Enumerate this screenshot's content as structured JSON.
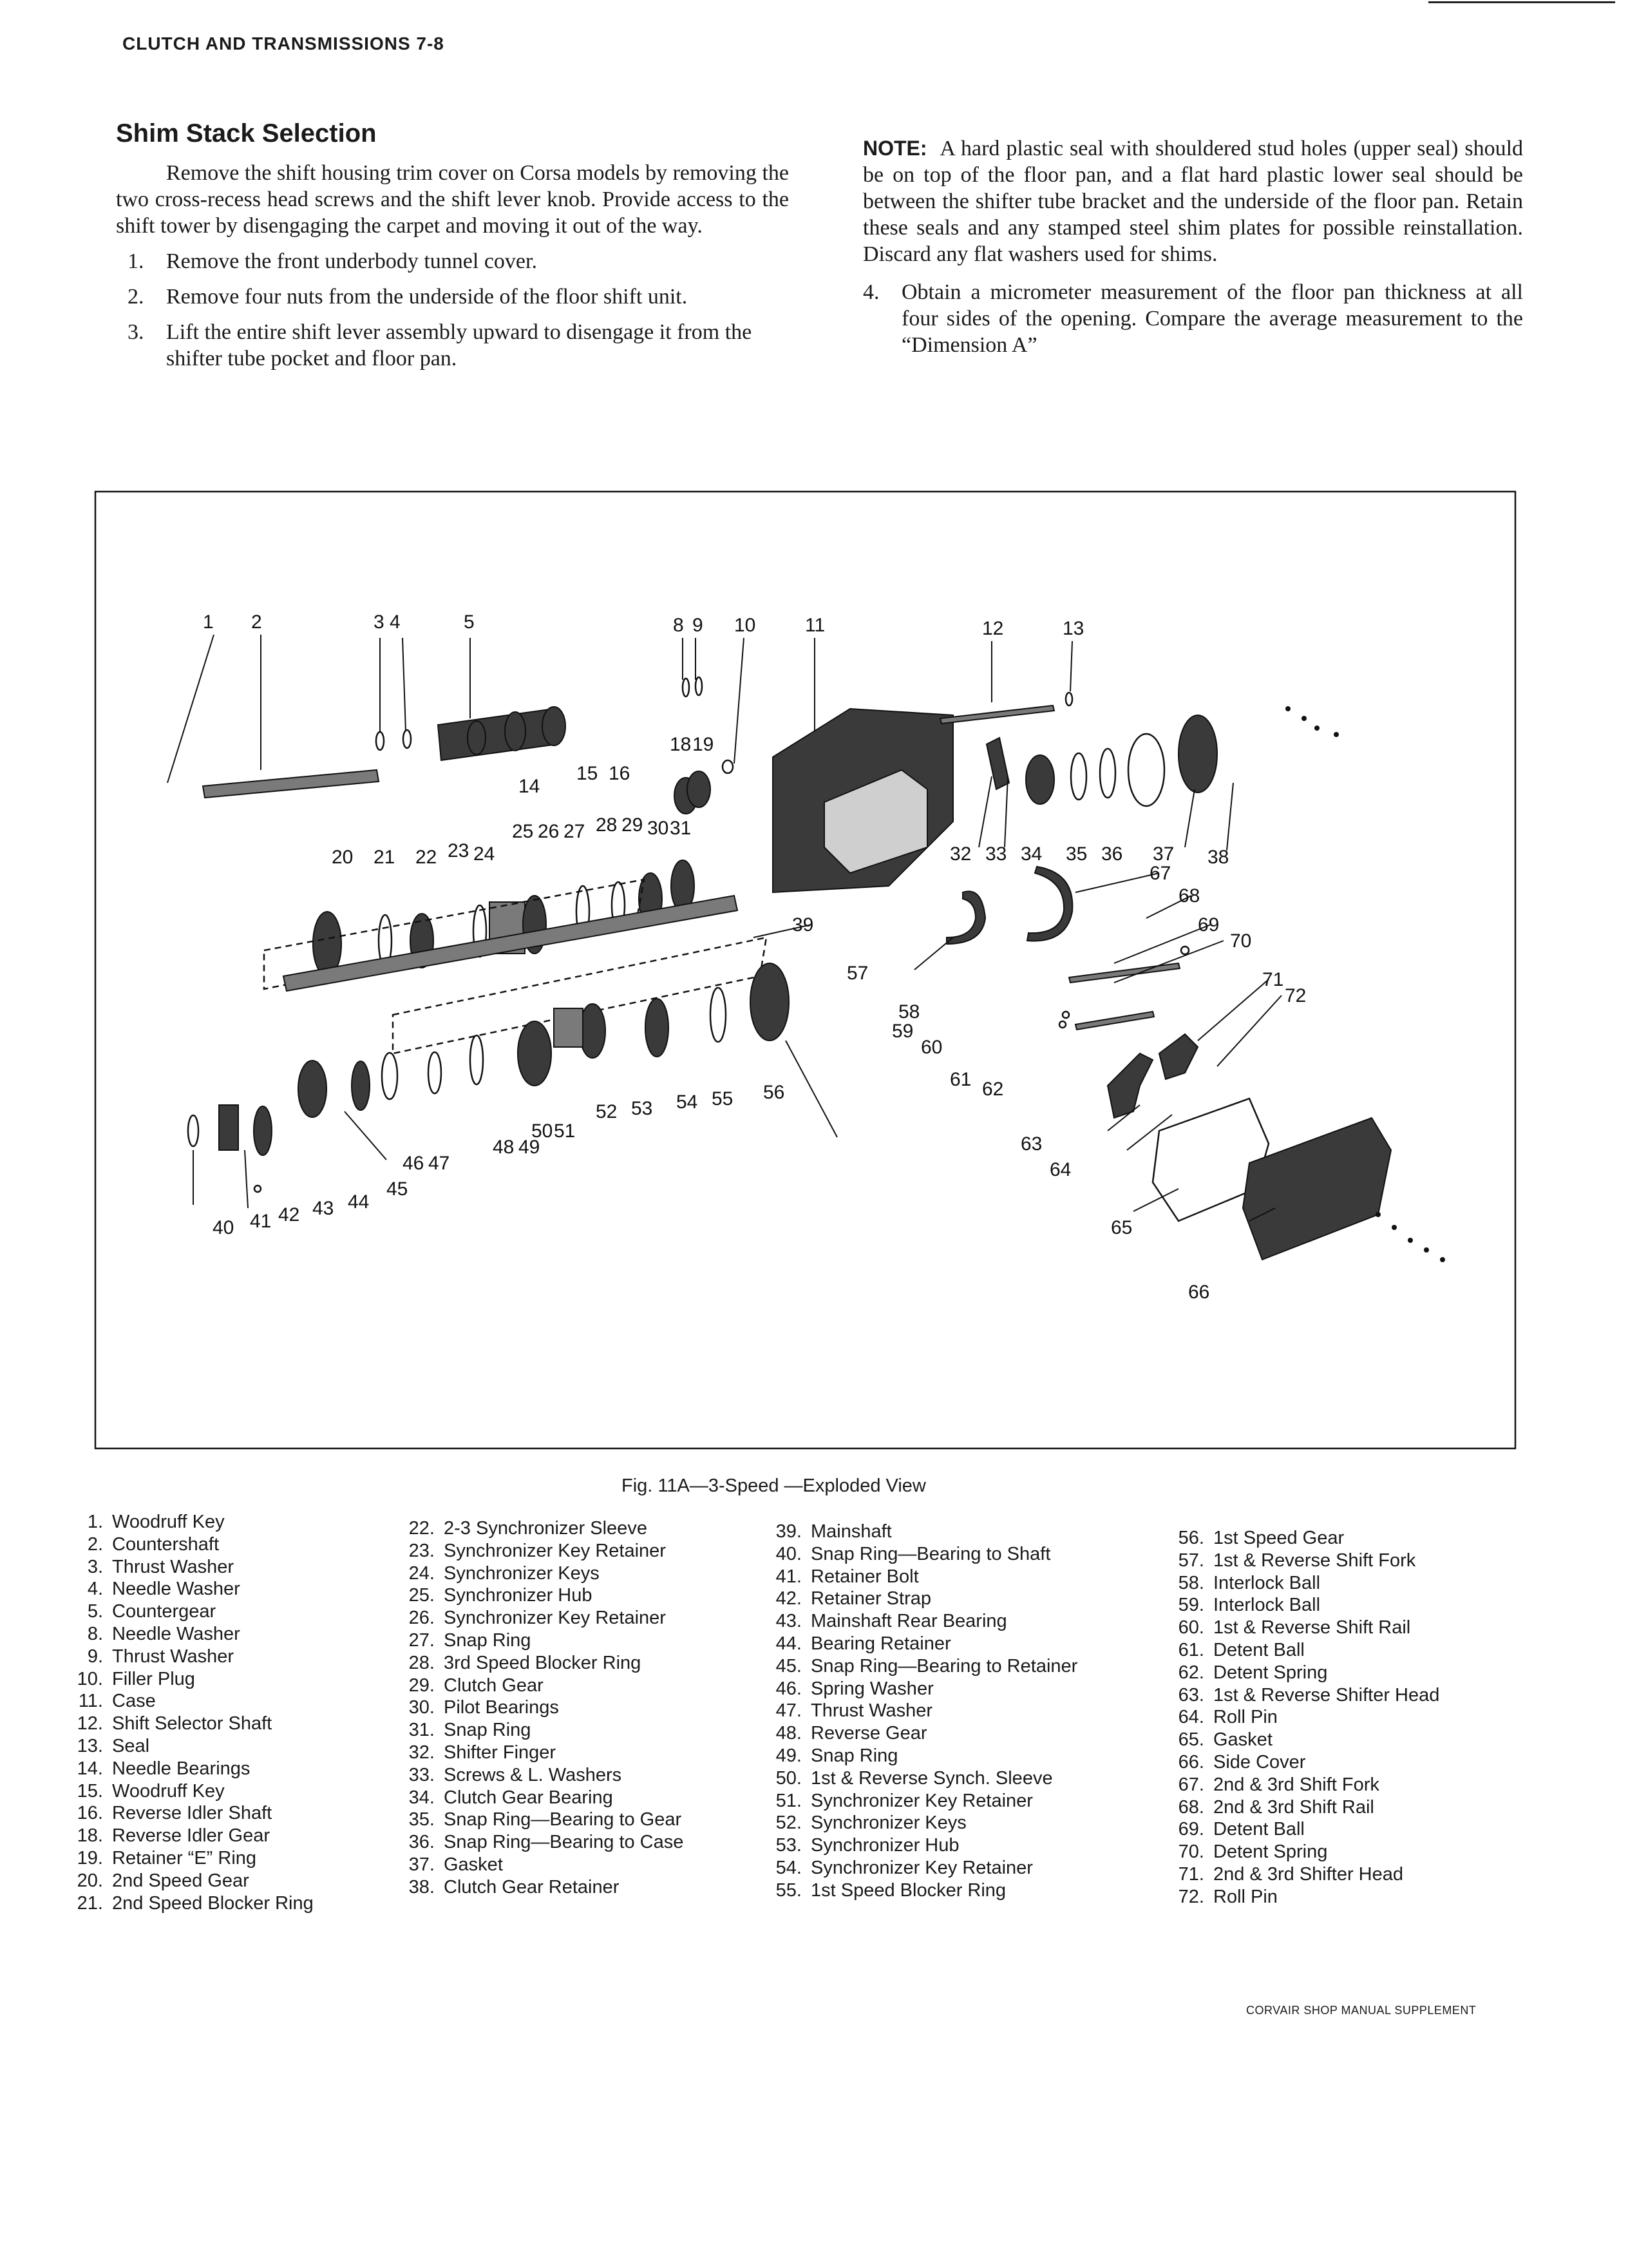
{
  "header": {
    "title": "CLUTCH AND TRANSMISSIONS 7-8"
  },
  "left_col": {
    "heading": "Shim Stack Selection",
    "intro": "Remove the shift housing trim cover on Corsa models by removing the two cross-recess head screws and the shift lever knob. Provide access to the shift tower by disengaging the carpet and moving it out of the way.",
    "steps": [
      {
        "num": "1.",
        "text": "Remove the front underbody tunnel cover."
      },
      {
        "num": "2.",
        "text": "Remove four nuts from the underside of the floor shift unit."
      },
      {
        "num": "3.",
        "text": "Lift the entire shift lever assembly upward to disengage it from the shifter tube pocket and floor pan."
      }
    ]
  },
  "right_col": {
    "note_label": "NOTE:",
    "note_text": "A hard plastic seal with shouldered stud holes (upper seal) should be on top of the floor pan, and a flat hard plastic lower seal should be between the shifter tube bracket and the underside of the floor pan. Retain these seals and any stamped steel shim plates for possible reinstallation. Discard any flat washers used for shims.",
    "step4_num": "4.",
    "step4_text": "Obtain a micrometer measurement of the floor pan thickness at all four sides of the opening. Compare the average measurement to the “Dimension A”"
  },
  "figure": {
    "caption": "Fig. 11A—3-Speed —Exploded View",
    "callouts": [
      "1",
      "2",
      "3 4",
      "5",
      "8",
      "9",
      "10",
      "11",
      "12",
      "13",
      "18",
      "19",
      "14",
      "15",
      "16",
      "25",
      "26",
      "27",
      "28",
      "29",
      "30",
      "31",
      "20",
      "21",
      "22",
      "23",
      "24",
      "32",
      "33",
      "34",
      "35",
      "36",
      "37",
      "38",
      "67",
      "68",
      "69",
      "70",
      "39",
      "57",
      "71",
      "72",
      "58",
      "59",
      "60",
      "61",
      "62",
      "56",
      "55",
      "54",
      "53",
      "52",
      "50",
      "51",
      "48",
      "49",
      "46",
      "47",
      "45",
      "44",
      "43",
      "42",
      "41",
      "40",
      "63",
      "64",
      "65",
      "66"
    ]
  },
  "parts_legend": {
    "col1": [
      {
        "n": "1.",
        "t": "Woodruff Key"
      },
      {
        "n": "2.",
        "t": "Countershaft"
      },
      {
        "n": "3.",
        "t": "Thrust Washer"
      },
      {
        "n": "4.",
        "t": "Needle Washer"
      },
      {
        "n": "5.",
        "t": "Countergear"
      },
      {
        "n": "8.",
        "t": "Needle Washer"
      },
      {
        "n": "9.",
        "t": "Thrust Washer"
      },
      {
        "n": "10.",
        "t": "Filler Plug"
      },
      {
        "n": "11.",
        "t": "Case"
      },
      {
        "n": "12.",
        "t": "Shift Selector Shaft"
      },
      {
        "n": "13.",
        "t": "Seal"
      },
      {
        "n": "14.",
        "t": "Needle Bearings"
      },
      {
        "n": "15.",
        "t": "Woodruff Key"
      },
      {
        "n": "16.",
        "t": "Reverse Idler Shaft"
      },
      {
        "n": "18.",
        "t": "Reverse Idler Gear"
      },
      {
        "n": "19.",
        "t": "Retainer “E” Ring"
      },
      {
        "n": "20.",
        "t": "2nd Speed Gear"
      },
      {
        "n": "21.",
        "t": "2nd Speed Blocker Ring"
      }
    ],
    "col2": [
      {
        "n": "22.",
        "t": "2-3 Synchronizer Sleeve"
      },
      {
        "n": "23.",
        "t": "Synchronizer Key Retainer"
      },
      {
        "n": "24.",
        "t": "Synchronizer Keys"
      },
      {
        "n": "25.",
        "t": "Synchronizer Hub"
      },
      {
        "n": "26.",
        "t": "Synchronizer Key Retainer"
      },
      {
        "n": "27.",
        "t": "Snap Ring"
      },
      {
        "n": "28.",
        "t": "3rd Speed Blocker Ring"
      },
      {
        "n": "29.",
        "t": "Clutch Gear"
      },
      {
        "n": "30.",
        "t": "Pilot Bearings"
      },
      {
        "n": "31.",
        "t": "Snap Ring"
      },
      {
        "n": "32.",
        "t": "Shifter Finger"
      },
      {
        "n": "33.",
        "t": "Screws & L. Washers"
      },
      {
        "n": "34.",
        "t": "Clutch Gear Bearing"
      },
      {
        "n": "35.",
        "t": "Snap Ring—Bearing to Gear"
      },
      {
        "n": "36.",
        "t": "Snap Ring—Bearing to Case"
      },
      {
        "n": "37.",
        "t": "Gasket"
      },
      {
        "n": "38.",
        "t": "Clutch Gear Retainer"
      }
    ],
    "col3": [
      {
        "n": "39.",
        "t": "Mainshaft"
      },
      {
        "n": "40.",
        "t": "Snap Ring—Bearing to Shaft"
      },
      {
        "n": "41.",
        "t": "Retainer Bolt"
      },
      {
        "n": "42.",
        "t": "Retainer Strap"
      },
      {
        "n": "43.",
        "t": "Mainshaft Rear Bearing"
      },
      {
        "n": "44.",
        "t": "Bearing Retainer"
      },
      {
        "n": "45.",
        "t": "Snap Ring—Bearing to Retainer"
      },
      {
        "n": "46.",
        "t": "Spring Washer"
      },
      {
        "n": "47.",
        "t": "Thrust Washer"
      },
      {
        "n": "48.",
        "t": "Reverse Gear"
      },
      {
        "n": "49.",
        "t": "Snap Ring"
      },
      {
        "n": "50.",
        "t": "1st & Reverse Synch. Sleeve"
      },
      {
        "n": "51.",
        "t": "Synchronizer Key Retainer"
      },
      {
        "n": "52.",
        "t": "Synchronizer Keys"
      },
      {
        "n": "53.",
        "t": "Synchronizer Hub"
      },
      {
        "n": "54.",
        "t": "Synchronizer Key Retainer"
      },
      {
        "n": "55.",
        "t": "1st Speed Blocker Ring"
      }
    ],
    "col4": [
      {
        "n": "56.",
        "t": "1st Speed Gear"
      },
      {
        "n": "57.",
        "t": "1st & Reverse Shift Fork"
      },
      {
        "n": "58.",
        "t": "Interlock Ball"
      },
      {
        "n": "59.",
        "t": "Interlock Ball"
      },
      {
        "n": "60.",
        "t": "1st & Reverse Shift Rail"
      },
      {
        "n": "61.",
        "t": "Detent Ball"
      },
      {
        "n": "62.",
        "t": "Detent Spring"
      },
      {
        "n": "63.",
        "t": "1st & Reverse Shifter Head"
      },
      {
        "n": "64.",
        "t": "Roll Pin"
      },
      {
        "n": "65.",
        "t": "Gasket"
      },
      {
        "n": "66.",
        "t": "Side Cover"
      },
      {
        "n": "67.",
        "t": "2nd & 3rd Shift Fork"
      },
      {
        "n": "68.",
        "t": "2nd & 3rd Shift Rail"
      },
      {
        "n": "69.",
        "t": "Detent Ball"
      },
      {
        "n": "70.",
        "t": "Detent Spring"
      },
      {
        "n": "71.",
        "t": "2nd & 3rd Shifter Head"
      },
      {
        "n": "72.",
        "t": "Roll Pin"
      }
    ]
  },
  "footer": {
    "text": "CORVAIR SHOP MANUAL SUPPLEMENT"
  }
}
